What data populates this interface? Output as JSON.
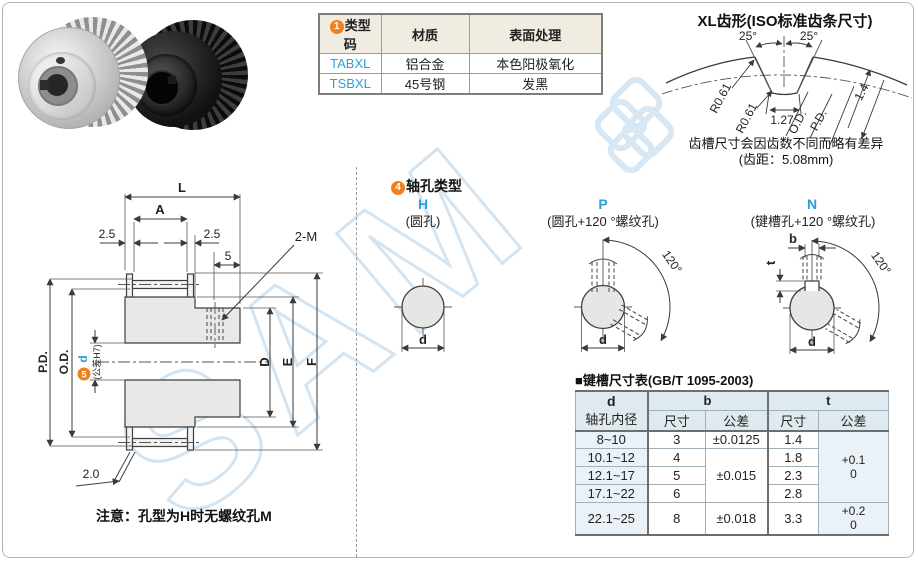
{
  "watermark": {
    "text": "SAM"
  },
  "type_table": {
    "badge": "1",
    "col_code": "类型码",
    "col_material": "材质",
    "col_finish": "表面处理",
    "rows": [
      {
        "code": "TABXL",
        "material": "铝合金",
        "finish": "本色阳极氧化"
      },
      {
        "code": "TSBXL",
        "material": "45号钢",
        "finish": "发黑"
      }
    ]
  },
  "tooth_profile": {
    "title": "XL齿形(ISO标准齿条尺寸)",
    "angle_left": "25°",
    "angle_right": "25°",
    "r_left": "R0.61",
    "r_right": "R0.61",
    "width": "1.27",
    "od": "O.D.",
    "pd": "P.D.",
    "depth": "1.4",
    "note1": "齿槽尺寸会因齿数不同而略有差异",
    "note2": "(齿距：5.08mm)"
  },
  "drawing": {
    "L": "L",
    "A": "A",
    "left_offset": "2.5",
    "right_offset": "2.5",
    "tap_pos": "5",
    "tap": "2-M",
    "pd": "P.D.",
    "od": "O.D.",
    "bore_badge": "5",
    "bore_d": "d",
    "bore_tol": "(公差H7)",
    "D": "D",
    "E": "E",
    "F": "F",
    "flange_t": "2.0",
    "note": "注意：孔型为H时无螺纹孔M"
  },
  "hole_types": {
    "badge": "4",
    "title": "轴孔类型",
    "h": {
      "code": "H",
      "desc": "(圆孔)",
      "d": "d"
    },
    "p": {
      "code": "P",
      "desc": "(圆孔+120 °螺纹孔)",
      "angle": "120°",
      "d": "d"
    },
    "n": {
      "code": "N",
      "desc": "(键槽孔+120 °螺纹孔)",
      "angle": "120°",
      "b": "b",
      "t": "t",
      "d": "d"
    }
  },
  "keyway_table": {
    "title": "■键槽尺寸表(GB/T 1095-2003)",
    "header": {
      "d": "d",
      "d_sub": "轴孔内径",
      "b": "b",
      "t": "t",
      "size": "尺寸",
      "tol": "公差"
    },
    "rows": [
      {
        "d": "8~10",
        "b": "3",
        "t": "1.4"
      },
      {
        "d": "10.1~12",
        "b": "4",
        "t": "1.8"
      },
      {
        "d": "12.1~17",
        "b": "5",
        "t": "2.3"
      },
      {
        "d": "17.1~22",
        "b": "6",
        "t": "2.8"
      },
      {
        "d": "22.1~25",
        "b": "8",
        "t": "3.3"
      }
    ],
    "b_tol": {
      "r1": "±0.0125",
      "r2_4": "±0.015",
      "r5": "±0.018"
    },
    "t_tol": {
      "r1_4a": "+0.1",
      "r1_4b": "0",
      "r5a": "+0.2",
      "r5b": "0"
    }
  }
}
